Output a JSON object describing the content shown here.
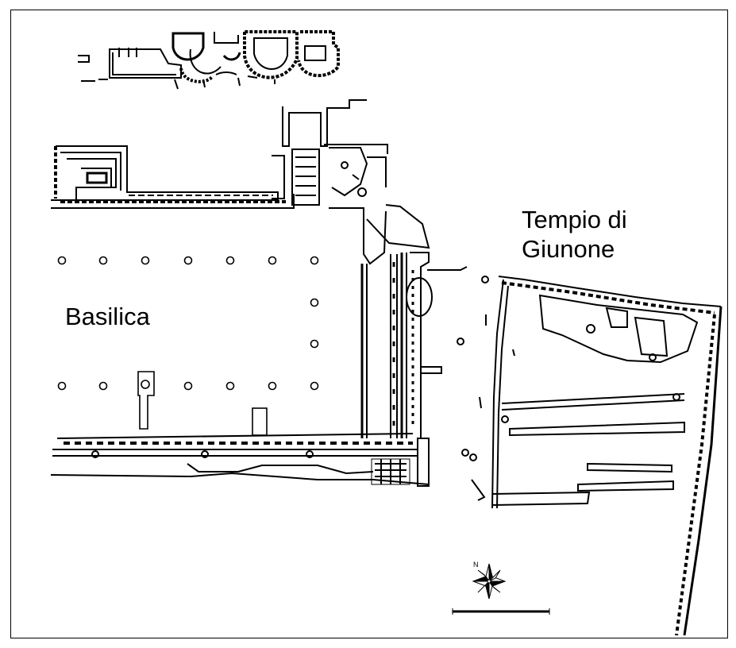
{
  "map": {
    "labels": {
      "basilica": "Basilica",
      "tempio_line1": "Tempio di",
      "tempio_line2": "Giunone"
    },
    "compass": {
      "north_letter": "N",
      "icon": "compass-rose-icon"
    },
    "colors": {
      "ink": "#000000",
      "paper": "#ffffff"
    }
  }
}
